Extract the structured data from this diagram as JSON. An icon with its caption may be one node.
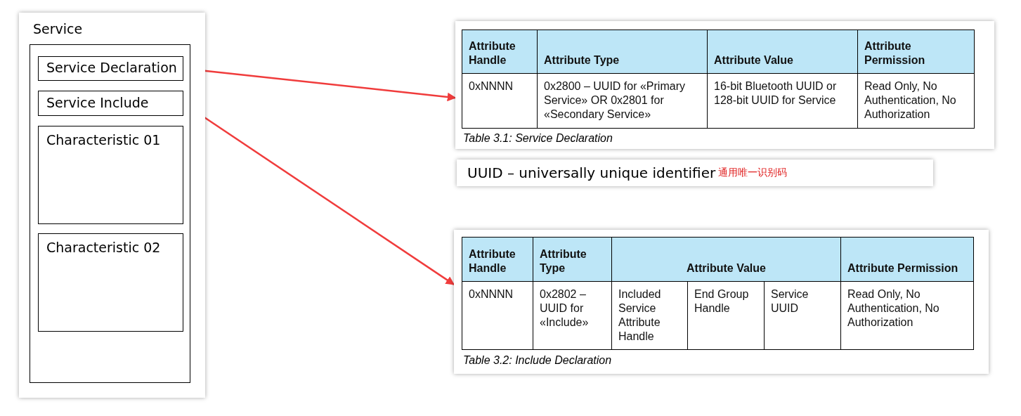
{
  "diagram": {
    "nodes": [
      {
        "text": [
          "Service"
        ]
      },
      {
        "text": [],
        "shape": "box",
        "in": 0
      },
      {
        "text": [
          "Service Declaration"
        ],
        "in": 1
      },
      {
        "text": [
          "Service Include"
        ],
        "in": 1
      },
      {
        "text": [
          "Characteristic 01"
        ],
        "in": 1
      },
      {
        "text": [
          "Characteristic 02"
        ],
        "in": 1
      },
      {
        "text": [
          "Attribute Handle",
          "Attribute Type",
          "Attribute Value",
          "Attribute Permission",
          "0xNNNN",
          "0x2800 – UUID for «Primary Service» OR 0x2801 for «Secondary Service»",
          "16-bit Bluetooth UUID or 128-bit UUID for Service",
          "Read Only, No Authentication, No Authorization",
          "Table 3.1:  Service Declaration"
        ]
      },
      {
        "text": [
          "UUID – universally unique identifier",
          "通用唯一识别码"
        ]
      },
      {
        "text": [
          "Attribute Handle",
          "Attribute Type",
          "Attribute Value",
          "Attribute Permission",
          "0xNNNN",
          "0x2802 – UUID for «Include»",
          "Included Service Attribute Handle",
          "End Group Handle",
          "Service UUID",
          "Read Only, No Authentication, No Authorization",
          "Table 3.2:  Include Declaration"
        ]
      }
    ],
    "edges": [
      {
        "from": 2,
        "to": 6,
        "arrow": "to"
      },
      {
        "from": 3,
        "to": 8,
        "arrow": "to"
      }
    ]
  }
}
